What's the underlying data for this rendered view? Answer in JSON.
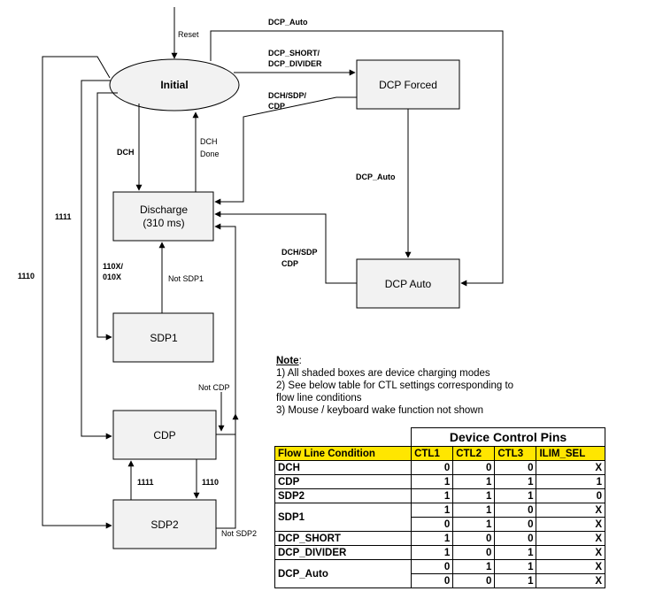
{
  "states": {
    "initial": "Initial",
    "dcp_forced": "DCP Forced",
    "discharge_l1": "Discharge",
    "discharge_l2": "(310 ms)",
    "dcp_auto": "DCP Auto",
    "sdp1": "SDP1",
    "cdp": "CDP",
    "sdp2": "SDP2"
  },
  "transitions": {
    "reset": "Reset",
    "dcp_auto_top": "DCP_Auto",
    "dcp_short_l1": "DCP_SHORT/",
    "dcp_short_l2": "DCP_DIVIDER",
    "dch_sdp_l1": "DCH/SDP/",
    "dch_sdp_l2": "CDP",
    "dch": "DCH",
    "dch_done_l1": "DCH",
    "dch_done_l2": "Done",
    "dcp_auto_mid": "DCP_Auto",
    "dch_sdp_cdp_l1": "DCH/SDP",
    "dch_sdp_cdp_l2": "CDP",
    "l1111_left": "1111",
    "l1110_left": "1110",
    "x110_l1": "110X/",
    "x110_l2": "010X",
    "not_sdp1": "Not SDP1",
    "not_cdp": "Not CDP",
    "l1111_bottom": "1111",
    "l1110_bottom": "1110",
    "not_sdp2": "Not SDP2"
  },
  "notes": {
    "title": "Note",
    "colon": ":",
    "line1": "1) All shaded boxes are device charging modes",
    "line2a": "2) See below table for CTL settings corresponding to",
    "line2b": "flow line conditions",
    "line3": "3) Mouse / keyboard wake function not shown"
  },
  "table": {
    "title": "Device Control Pins",
    "header_color": "#ffe600",
    "columns": [
      "Flow Line Condition",
      "CTL1",
      "CTL2",
      "CTL3",
      "ILIM_SEL"
    ],
    "rows": [
      {
        "name": "DCH",
        "vals": [
          [
            "0",
            "0",
            "0",
            "X"
          ]
        ]
      },
      {
        "name": "CDP",
        "vals": [
          [
            "1",
            "1",
            "1",
            "1"
          ]
        ]
      },
      {
        "name": "SDP2",
        "vals": [
          [
            "1",
            "1",
            "1",
            "0"
          ]
        ]
      },
      {
        "name": "SDP1",
        "vals": [
          [
            "1",
            "1",
            "0",
            "X"
          ],
          [
            "0",
            "1",
            "0",
            "X"
          ]
        ]
      },
      {
        "name": "DCP_SHORT",
        "vals": [
          [
            "1",
            "0",
            "0",
            "X"
          ]
        ]
      },
      {
        "name": "DCP_DIVIDER",
        "vals": [
          [
            "1",
            "0",
            "1",
            "X"
          ]
        ]
      },
      {
        "name": "DCP_Auto",
        "vals": [
          [
            "0",
            "1",
            "1",
            "X"
          ],
          [
            "0",
            "0",
            "1",
            "X"
          ]
        ]
      }
    ]
  }
}
